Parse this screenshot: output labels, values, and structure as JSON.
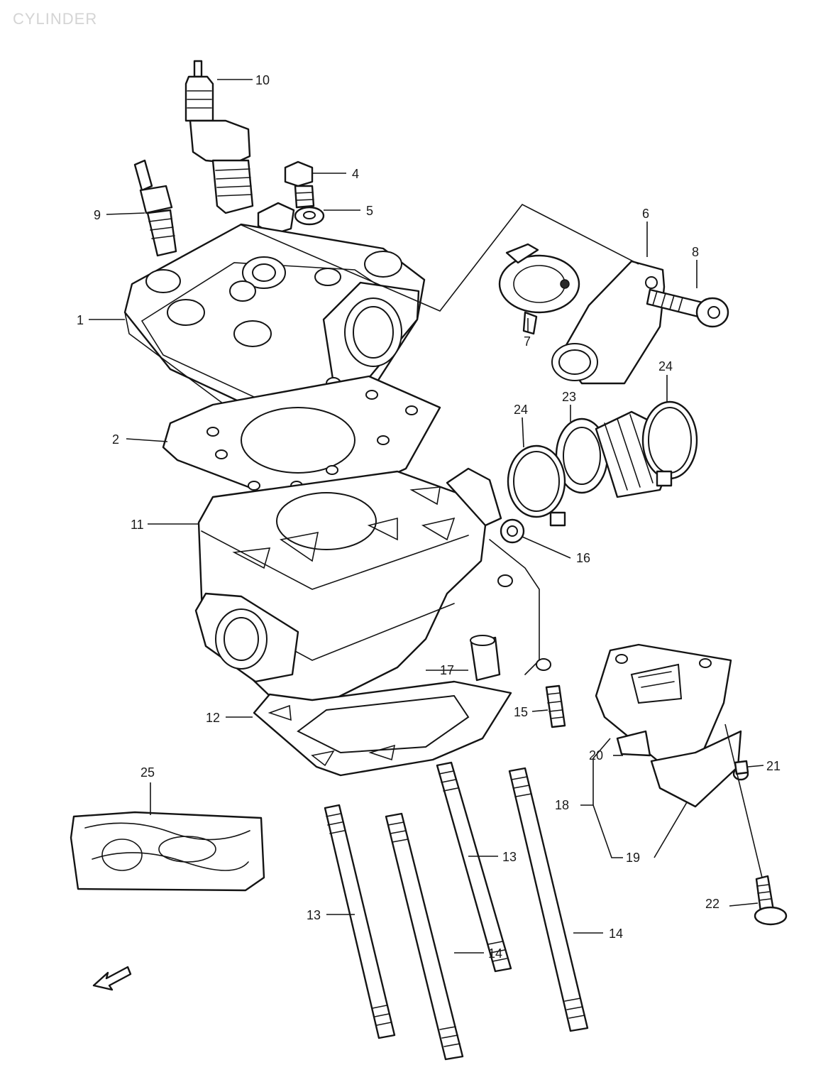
{
  "page": {
    "title": "CYLINDER"
  },
  "callouts": [
    {
      "id": "c1",
      "text": "1"
    },
    {
      "id": "c2",
      "text": "2"
    },
    {
      "id": "c4",
      "text": "4"
    },
    {
      "id": "c5",
      "text": "5"
    },
    {
      "id": "c6",
      "text": "6"
    },
    {
      "id": "c7",
      "text": "7"
    },
    {
      "id": "c8",
      "text": "8"
    },
    {
      "id": "c9",
      "text": "9"
    },
    {
      "id": "c10",
      "text": "10"
    },
    {
      "id": "c11",
      "text": "11"
    },
    {
      "id": "c12",
      "text": "12"
    },
    {
      "id": "c13a",
      "text": "13"
    },
    {
      "id": "c13b",
      "text": "13"
    },
    {
      "id": "c14a",
      "text": "14"
    },
    {
      "id": "c14b",
      "text": "14"
    },
    {
      "id": "c15",
      "text": "15"
    },
    {
      "id": "c16",
      "text": "16"
    },
    {
      "id": "c17",
      "text": "17"
    },
    {
      "id": "c18",
      "text": "18"
    },
    {
      "id": "c19",
      "text": "19"
    },
    {
      "id": "c20",
      "text": "20"
    },
    {
      "id": "c21",
      "text": "21"
    },
    {
      "id": "c22",
      "text": "22"
    },
    {
      "id": "c23",
      "text": "23"
    },
    {
      "id": "c24a",
      "text": "24"
    },
    {
      "id": "c24b",
      "text": "24"
    },
    {
      "id": "c25",
      "text": "25"
    }
  ],
  "colors": {
    "line": "#141414",
    "background": "#ffffff",
    "title": "#d4d4d4"
  },
  "icons": {
    "direction": "front-arrow-icon"
  }
}
